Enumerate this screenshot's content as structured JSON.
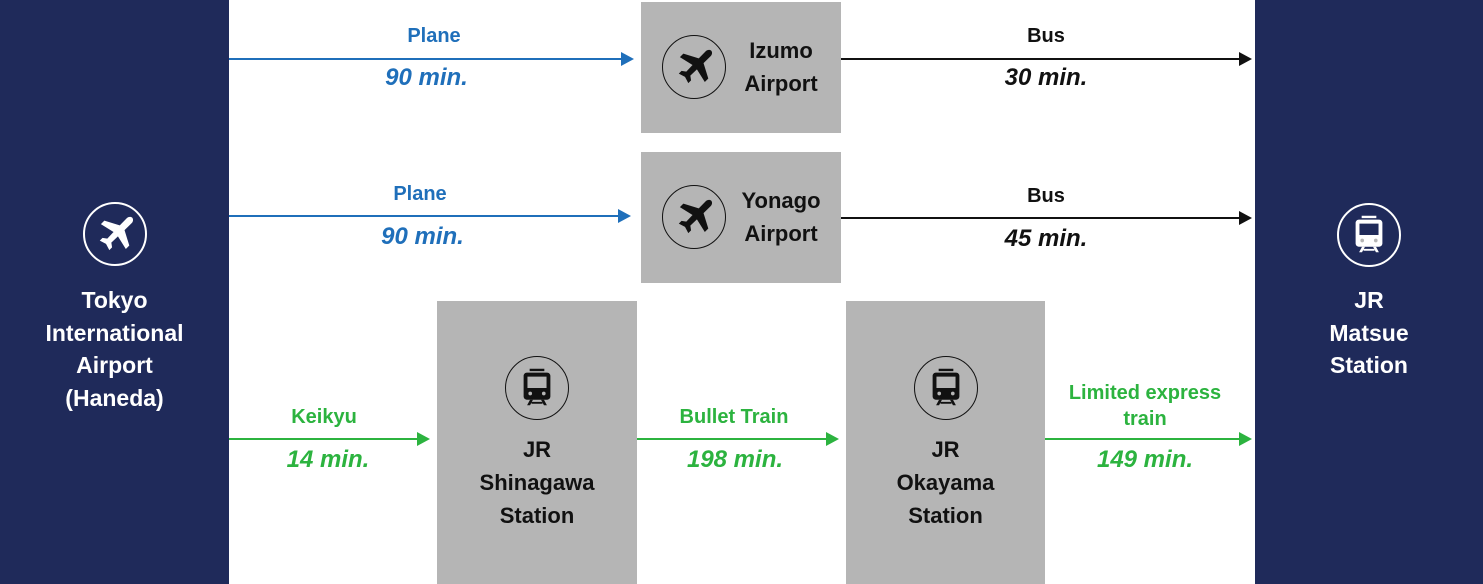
{
  "colors": {
    "panel_bg": "#1f2a5a",
    "box_bg": "#b5b5b5",
    "plane_route": "#1f6fba",
    "bus_route": "#111111",
    "train_route": "#2cb33f"
  },
  "origin": {
    "icon": "airplane-icon",
    "lines": [
      "Tokyo",
      "International",
      "Airport",
      "(Haneda)"
    ]
  },
  "destination": {
    "icon": "train-icon",
    "lines": [
      "JR",
      "Matsue",
      "Station"
    ]
  },
  "hubs": {
    "izumo": {
      "icon": "airplane-icon",
      "lines": [
        "Izumo",
        "Airport"
      ]
    },
    "yonago": {
      "icon": "airplane-icon",
      "lines": [
        "Yonago",
        "Airport"
      ]
    },
    "shinagawa": {
      "icon": "train-icon",
      "lines": [
        "JR",
        "Shinagawa",
        "Station"
      ]
    },
    "okayama": {
      "icon": "train-icon",
      "lines": [
        "JR",
        "Okayama",
        "Station"
      ]
    }
  },
  "routes": {
    "haneda_izumo": {
      "mode": "Plane",
      "time": "90 min."
    },
    "izumo_matsue": {
      "mode": "Bus",
      "time": "30 min."
    },
    "haneda_yonago": {
      "mode": "Plane",
      "time": "90 min."
    },
    "yonago_matsue": {
      "mode": "Bus",
      "time": "45 min."
    },
    "haneda_shinagawa": {
      "mode": "Keikyu",
      "time": "14 min."
    },
    "shinagawa_okayama": {
      "mode": "Bullet Train",
      "time": "198 min."
    },
    "okayama_matsue": {
      "mode_lines": [
        "Limited express",
        "train"
      ],
      "time": "149 min."
    }
  }
}
